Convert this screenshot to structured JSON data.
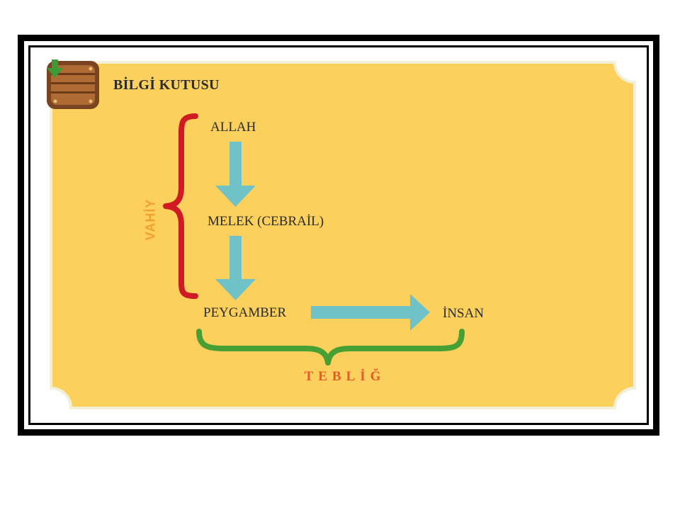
{
  "box_title": "BİLGİ KUTUSU",
  "diagram": {
    "nodes": {
      "allah": "ALLAH",
      "melek": "MELEK (CEBRAİL)",
      "peygamber": "PEYGAMBER",
      "insan": "İNSAN"
    },
    "brackets": {
      "vahiy": "VAHİY",
      "teblig": "TEBLİĞ"
    },
    "edges": [
      {
        "from": "allah",
        "to": "melek"
      },
      {
        "from": "melek",
        "to": "peygamber"
      },
      {
        "from": "peygamber",
        "to": "insan"
      }
    ]
  },
  "colors": {
    "panel": "#fcd05c",
    "panel_edge": "#f2f0d8",
    "arrow": "#6fc3c8",
    "vahiy_bracket": "#d01a24",
    "teblig_bracket": "#46a034",
    "vahiy_text": "#f0a030",
    "teblig_text": "#e8592a"
  },
  "icons": {
    "box_icon": "wooden-crate-download-icon"
  }
}
